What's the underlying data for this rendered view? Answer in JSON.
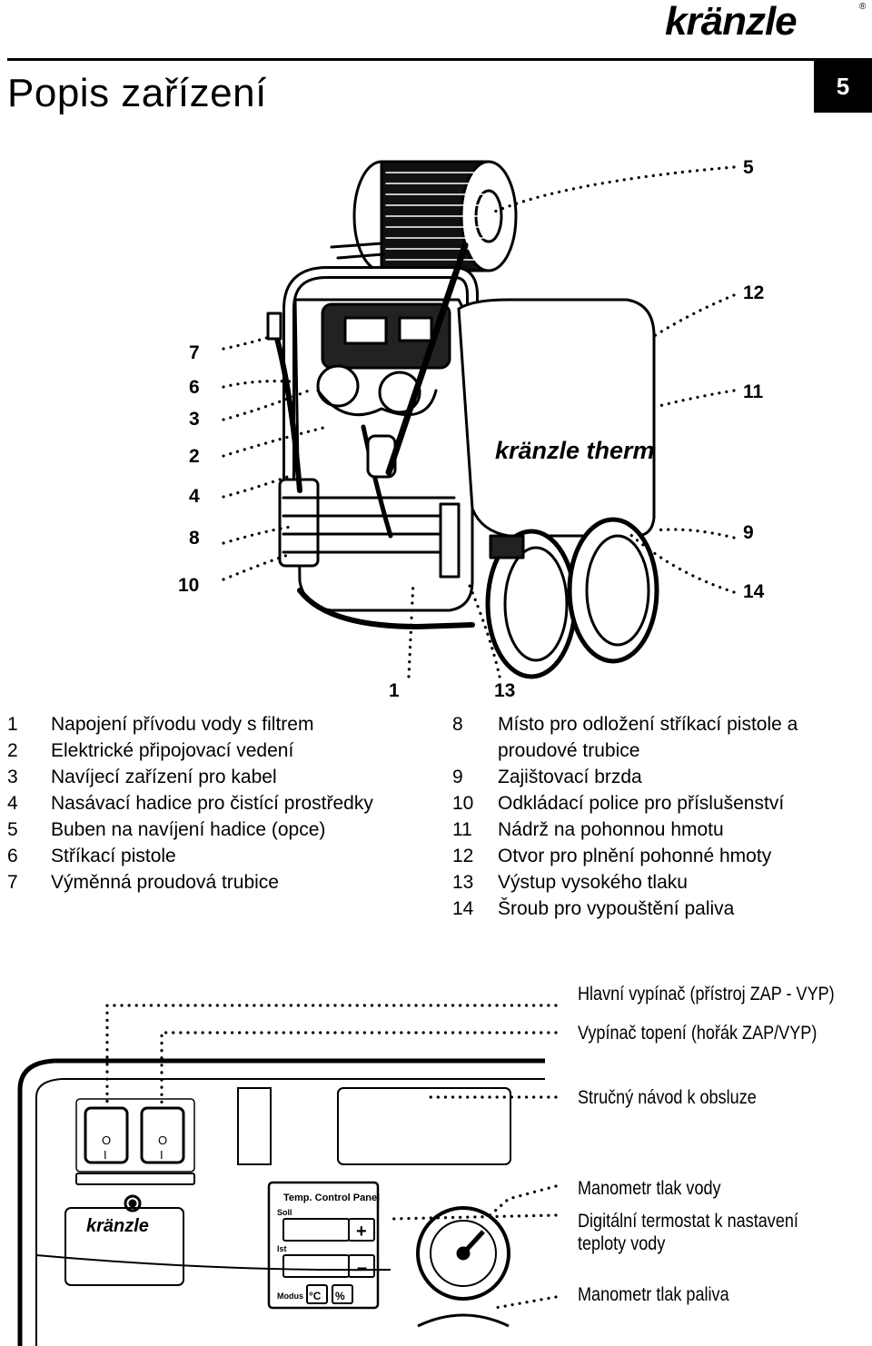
{
  "brand": "kränzle",
  "brand_machine": "kränzle therm",
  "page": {
    "title": "Popis zařízení",
    "chapter_number": "5"
  },
  "callouts": {
    "c5": "5",
    "c12": "12",
    "c11": "11",
    "c9": "9",
    "c14": "14",
    "c7": "7",
    "c6": "6",
    "c3": "3",
    "c2": "2",
    "c4": "4",
    "c8": "8",
    "c10": "10",
    "c1": "1",
    "c13": "13"
  },
  "parts_left": [
    {
      "num": "1",
      "text": "Napojení přívodu vody s filtrem"
    },
    {
      "num": "2",
      "text": "Elektrické připojovací vedení"
    },
    {
      "num": "3",
      "text": "Navíjecí zařízení pro kabel"
    },
    {
      "num": "4",
      "text": "Nasávací hadice pro čistící prostředky"
    },
    {
      "num": "5",
      "text": "Buben na navíjení hadice (opce)"
    },
    {
      "num": "6",
      "text": "Stříkací pistole"
    },
    {
      "num": "7",
      "text": "Výměnná proudová trubice"
    }
  ],
  "parts_right": [
    {
      "num": "8",
      "text": "Místo pro odložení stříkací pistole a\nproudové trubice"
    },
    {
      "num": "9",
      "text": "Zajištovací brzda"
    },
    {
      "num": "10",
      "text": "Odkládací police pro příslušenství"
    },
    {
      "num": "11",
      "text": "Nádrž na pohonnou hmotu"
    },
    {
      "num": "12",
      "text": "Otvor pro plnění pohonné hmoty"
    },
    {
      "num": "13",
      "text": "Výstup vysokého tlaku"
    },
    {
      "num": "14",
      "text": "Šroub pro vypouštění paliva"
    }
  ],
  "panel": {
    "labels": {
      "main_switch": "Hlavní vypínač (přístroj ZAP - VYP)",
      "burner_switch": "Vypínač topení (hořák ZAP/VYP)",
      "quick_guide": "Stručný návod k obsluze",
      "water_gauge": "Manometr tlak vody",
      "thermostat": "Digitální termostat k nastavení\nteploty vody",
      "fuel_gauge": "Manometr tlak paliva"
    },
    "control": {
      "header": "Temp. Control Panel",
      "soll": "Soll",
      "ist": "Ist",
      "modus": "Modus",
      "btn_plus": "+",
      "btn_minus": "–",
      "btn_c": "°C",
      "btn_pct": "%"
    },
    "switch_on": "O",
    "switch_off": "I"
  }
}
